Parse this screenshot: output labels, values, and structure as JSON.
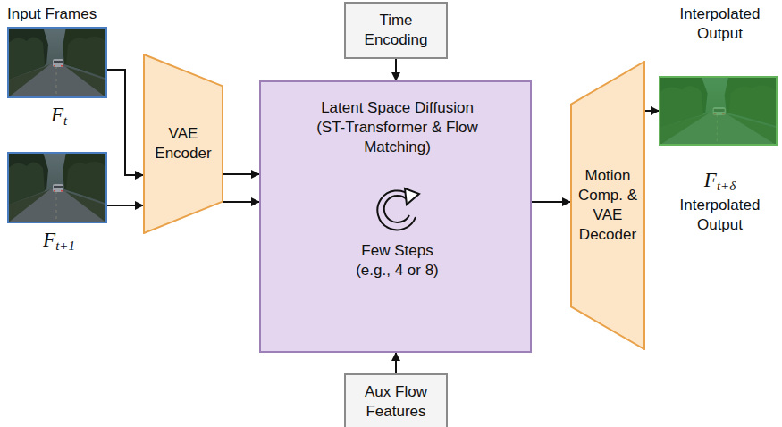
{
  "diagram": {
    "nodes": [
      {
        "text": [
          "Input Frames",
          "Ft"
        ]
      },
      {
        "text": [
          "Ft+1"
        ]
      },
      {
        "text": [
          "VAE Encoder"
        ]
      },
      {
        "text": [
          "Time Encoding"
        ]
      },
      {
        "text": [
          "Latent Space Diffusion (ST-Transformer & Flow Matching)",
          "Few Steps (e.g., 4 or 8)"
        ]
      },
      {
        "text": [
          "Aux Flow Features"
        ]
      },
      {
        "text": [
          "Motion Comp. & VAE Decoder"
        ]
      },
      {
        "text": [
          "Interpolated Output",
          "Ft+δ",
          "Interpolated Output"
        ]
      }
    ],
    "edges": [
      {
        "from": 0,
        "to": 2,
        "arrow": "to"
      },
      {
        "from": 1,
        "to": 2,
        "arrow": "to"
      },
      {
        "from": 2,
        "to": 4,
        "arrow": "to"
      },
      {
        "from": 2,
        "to": 4,
        "arrow": "to"
      },
      {
        "from": 3,
        "to": 4,
        "arrow": "to"
      },
      {
        "from": 5,
        "to": 4,
        "arrow": "to"
      },
      {
        "from": 4,
        "to": 6,
        "arrow": "to"
      },
      {
        "from": 6,
        "to": 7,
        "arrow": "to"
      }
    ]
  }
}
